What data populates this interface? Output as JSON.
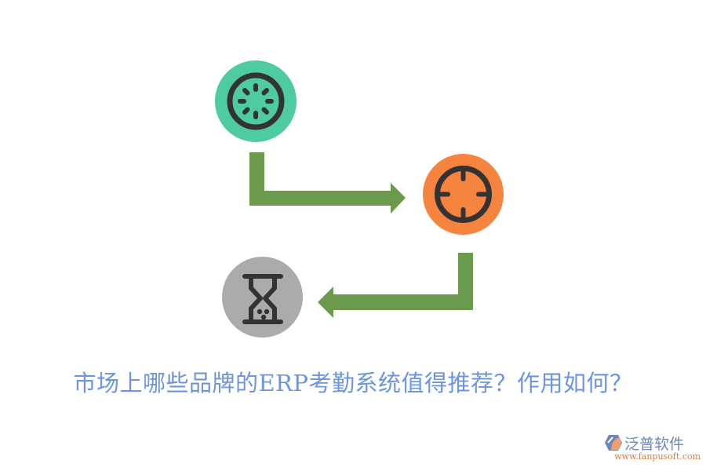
{
  "diagram": {
    "title": "市场上哪些品牌的ERP考勤系统值得推荐？作用如何？",
    "nodes": [
      {
        "id": "node-1",
        "icon": "loading-spinner-icon",
        "color": "#4ecb9f"
      },
      {
        "id": "node-2",
        "icon": "crosshair-target-icon",
        "color": "#f5843f"
      },
      {
        "id": "node-3",
        "icon": "hourglass-icon",
        "color": "#ababab"
      }
    ],
    "arrows": [
      {
        "from": "node-1",
        "to": "node-2",
        "color": "#6a9a4b"
      },
      {
        "from": "node-2",
        "to": "node-3",
        "color": "#6a9a4b"
      }
    ],
    "icon_stroke_color": "#333333",
    "title_color": "#6c94e0"
  },
  "logo": {
    "name": "泛普软件",
    "url": "www.fanpusoft.com"
  }
}
